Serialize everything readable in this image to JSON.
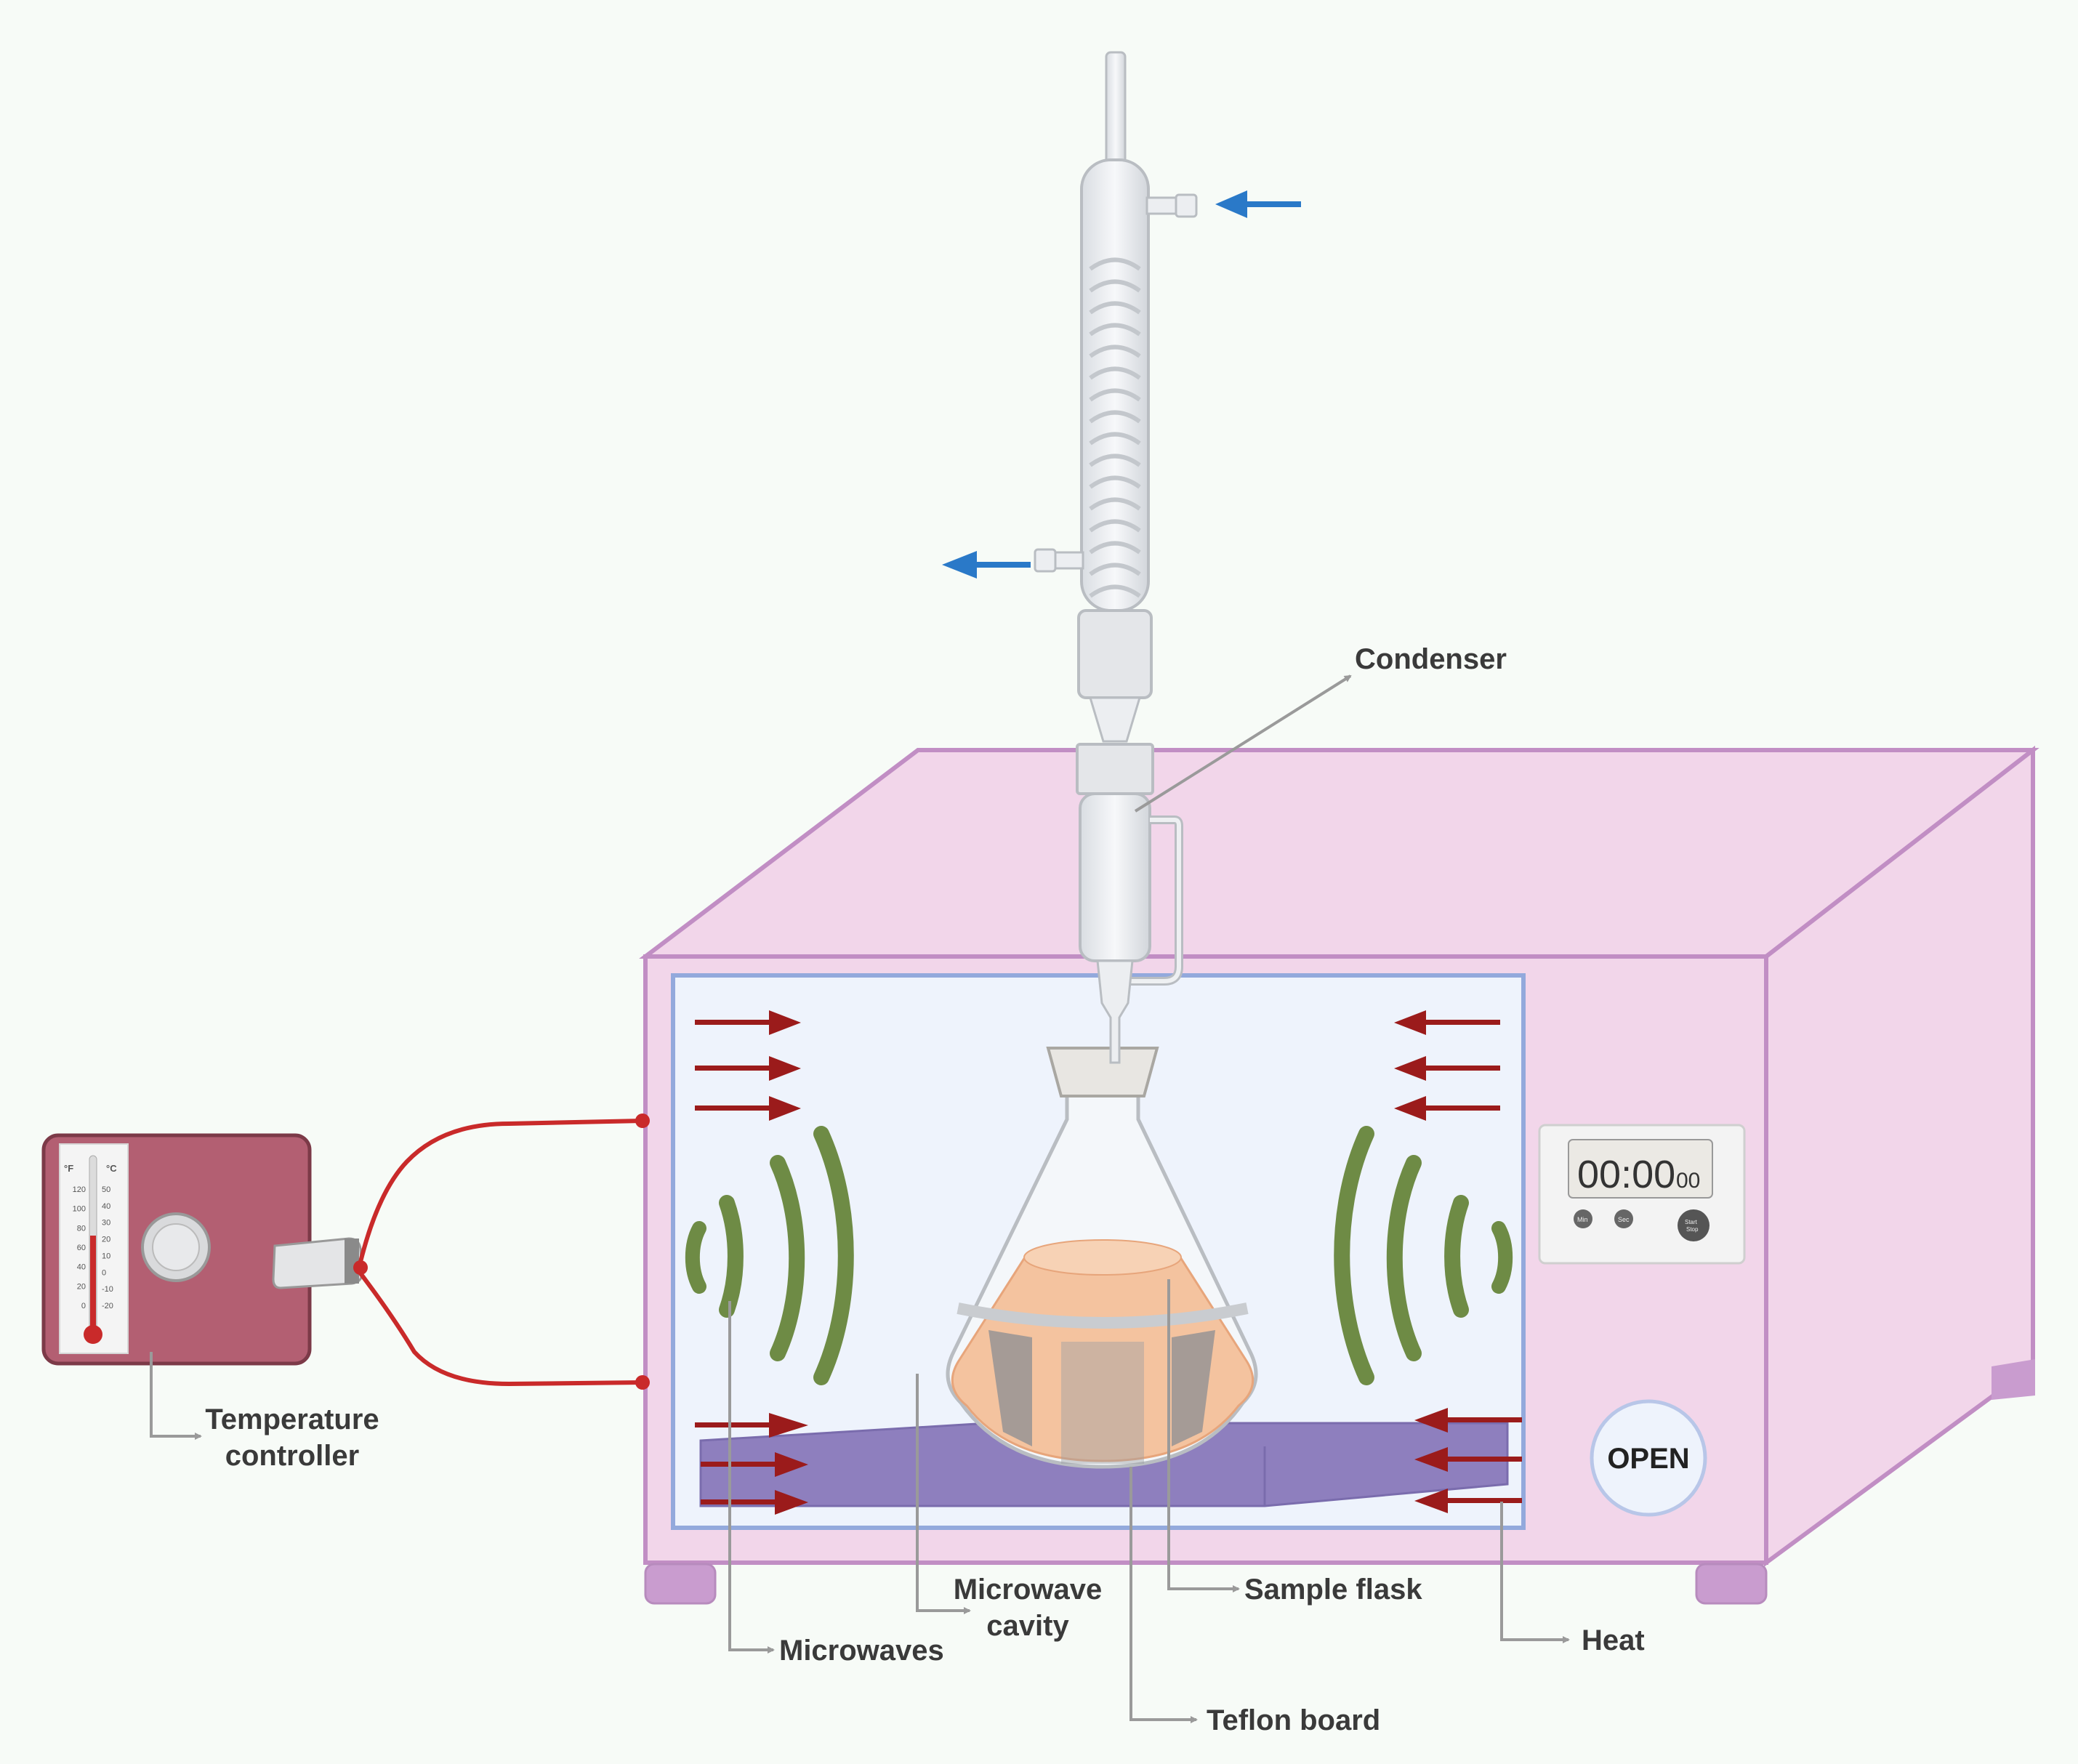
{
  "labels": {
    "condenser": "Condenser",
    "temperature_controller_line1": "Temperature",
    "temperature_controller_line2": "controller",
    "microwave_cavity_line1": "Microwave",
    "microwave_cavity_line2": "cavity",
    "sample_flask": "Sample flask",
    "microwaves": "Microwaves",
    "heat": "Heat",
    "teflon_board": "Teflon board"
  },
  "oven": {
    "open_button": "OPEN",
    "timer": {
      "display_main": "00:00",
      "display_small": "00",
      "button_min": "Min",
      "button_sec": "Sec",
      "button_start_line1": "Start",
      "button_start_line2": "Stop"
    }
  },
  "thermometer": {
    "unit_f": "°F",
    "unit_c": "°C",
    "f_scale": [
      "120",
      "100",
      "80",
      "60",
      "40",
      "20",
      "0"
    ],
    "c_scale": [
      "50",
      "40",
      "30",
      "20",
      "10",
      "0",
      "-10",
      "-20"
    ]
  },
  "colors": {
    "oven_body": "#f2d6ea",
    "oven_outline": "#c18ec4",
    "cavity": "#eef3fc",
    "cavity_border": "#93a9dc",
    "microwave_waves": "#6e8b45",
    "heat_arrows": "#9b1b1b",
    "teflon_board": "#8e7fbe",
    "controller": "#b35f72",
    "wire": "#c92a2a",
    "water_arrows": "#2a79c8",
    "liquid": "#f4c39f"
  }
}
